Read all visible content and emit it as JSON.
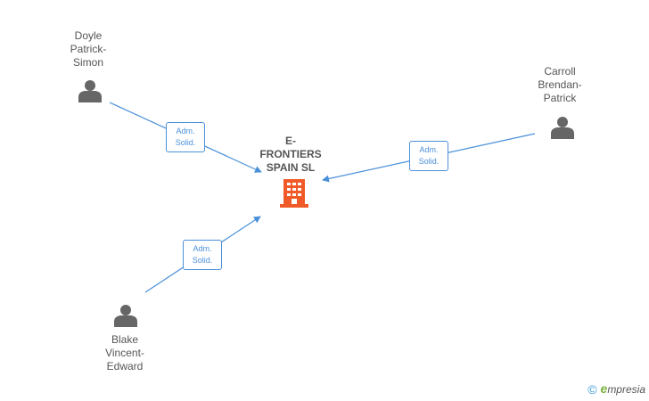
{
  "company": {
    "name_lines": [
      "E-",
      "FRONTIERS",
      "SPAIN SL"
    ],
    "icon": "building-icon",
    "color": "#f05a28"
  },
  "persons": [
    {
      "id": "doyle",
      "name_lines": [
        "Doyle",
        "Patrick-",
        "Simon"
      ],
      "icon": "person-icon"
    },
    {
      "id": "carroll",
      "name_lines": [
        "Carroll",
        "Brendan-",
        "Patrick"
      ],
      "icon": "person-icon"
    },
    {
      "id": "blake",
      "name_lines": [
        "Blake",
        "Vincent-",
        "Edward"
      ],
      "icon": "person-icon"
    }
  ],
  "relations": [
    {
      "from": "doyle",
      "role_lines": [
        "Adm.",
        "Solid."
      ]
    },
    {
      "from": "carroll",
      "role_lines": [
        "Adm.",
        "Solid."
      ]
    },
    {
      "from": "blake",
      "role_lines": [
        "Adm.",
        "Solid."
      ]
    }
  ],
  "footer": {
    "copyright_symbol": "©",
    "brand_initial": "e",
    "brand_rest": "mpresia"
  },
  "colors": {
    "edge": "#4a90d9",
    "person_icon": "#666666",
    "brand_green": "#7cb342"
  }
}
